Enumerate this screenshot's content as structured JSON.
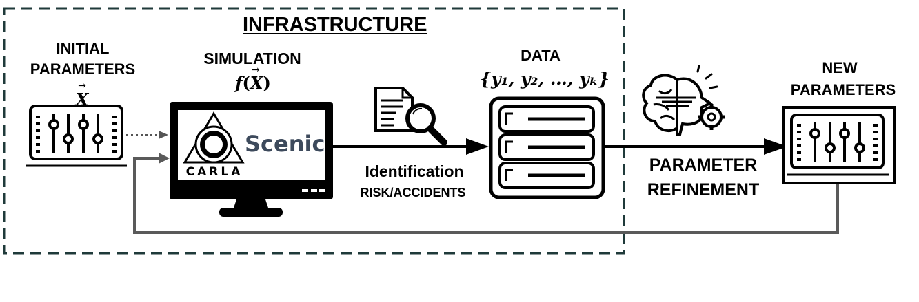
{
  "infrastructure": {
    "title": "INFRASTRUCTURE"
  },
  "initial_parameters": {
    "line1": "INITIAL",
    "line2": "PARAMETERS",
    "symbol": "X"
  },
  "simulation": {
    "title": "SIMULATION",
    "formula_f": "f",
    "formula_x": "X"
  },
  "carla": {
    "logo_letter": "C",
    "wordmark": "CARLA"
  },
  "scenic": {
    "wordmark": "Scenic"
  },
  "data": {
    "title": "DATA",
    "set": "{y₁, y₂, …, yₖ}"
  },
  "identification": {
    "line1": "Identification",
    "line2": "RISK/ACCIDENTS"
  },
  "refinement": {
    "line1": "PARAMETER",
    "line2": "REFINEMENT"
  },
  "new_parameters": {
    "line1": "NEW",
    "line2": "PARAMETERS"
  },
  "colors": {
    "border": "#1f3a3a",
    "feedback": "#5a5a5a",
    "scenic_text": "#3d4a5c"
  }
}
